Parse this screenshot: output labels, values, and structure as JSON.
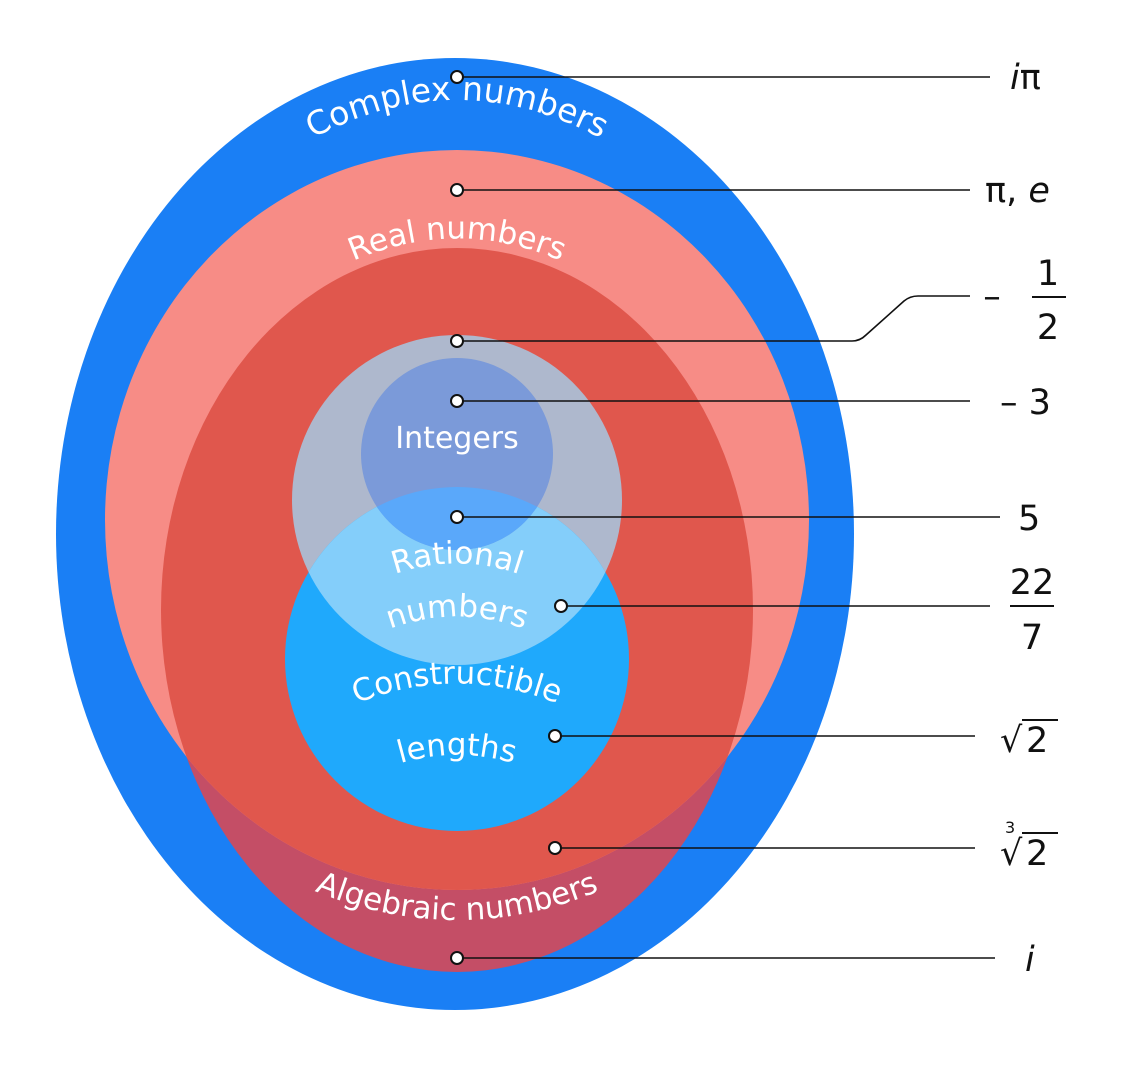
{
  "sets": {
    "complex": "Complex numbers",
    "real": "Real numbers",
    "integers": "Integers",
    "rational_line1": "Rational",
    "rational_line2": "numbers",
    "constructible_line1": "Constructible",
    "constructible_line2": "lengths",
    "algebraic": "Algebraic numbers"
  },
  "examples": {
    "i_pi_italic": "i",
    "i_pi_rest": "π",
    "pi_e_prefix": "π, ",
    "pi_e_italic": "e",
    "neg_half_sign": "–",
    "neg_half_num": "1",
    "neg_half_den": "2",
    "neg_three": "– 3",
    "five": "5",
    "frac_num": "22",
    "frac_den": "7",
    "sqrt_radical": "√",
    "sqrt_radicand": "2",
    "cbrt_index": "3",
    "cbrt_radical": "√",
    "cbrt_radicand": "2",
    "i": "i"
  },
  "colors": {
    "complex": "#1a7ff5",
    "real": "#f78c86",
    "algebraic": "#c44e66",
    "algebraic_real": "#e0574d",
    "rational": "#aeb8cd",
    "integers": "#7b9ad9",
    "constructible": "#1fa9fc",
    "constructible_rational": "#84cefa",
    "integers_constructible": "#5aa8fa"
  }
}
